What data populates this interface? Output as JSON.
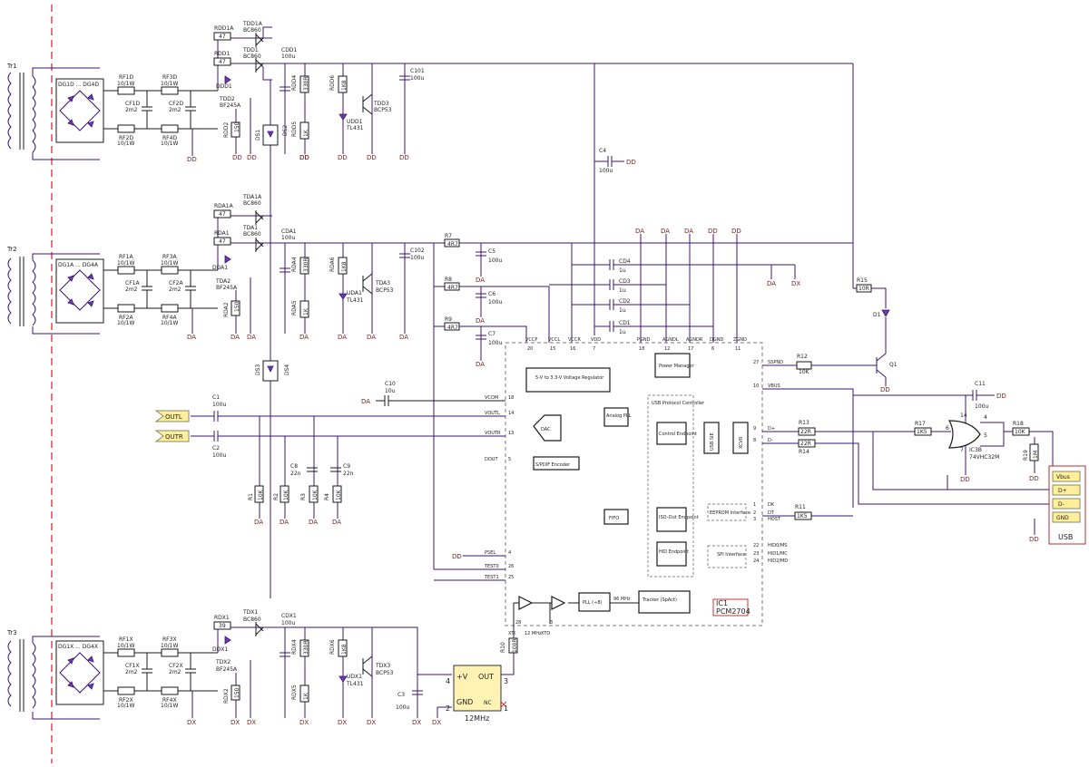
{
  "transformers": [
    "Tr1",
    "Tr2",
    "Tr3"
  ],
  "bridges": [
    "DG1D ... DG4D",
    "DG1A ... DG4A",
    "DG1X ... DG4X"
  ],
  "filters": {
    "D": {
      "rf1": "RF1D",
      "rf1v": "10/1W",
      "rf3": "RF3D",
      "rf3v": "10/1W",
      "cf1": "CF1D",
      "cf1v": "2m2",
      "cf2": "CF2D",
      "cf2v": "2m2",
      "rf2": "RF2D",
      "rf2v": "10/1W",
      "rf4": "RF4D",
      "rf4v": "10/1W"
    },
    "A": {
      "rf1": "RF1A",
      "rf1v": "10/1W",
      "rf3": "RF3A",
      "rf3v": "10/1W",
      "cf1": "CF1A",
      "cf1v": "2m2",
      "cf2": "CF2A",
      "cf2v": "2m2",
      "rf2": "RF2A",
      "rf2v": "10/1W",
      "rf4": "RF4A",
      "rf4v": "10/1W"
    },
    "X": {
      "rf1": "RF1X",
      "rf1v": "10/1W",
      "rf3": "RF3X",
      "rf3v": "10/1W",
      "cf1": "CF1X",
      "cf1v": "2m2",
      "cf2": "CF2X",
      "cf2v": "2m2",
      "rf2": "RF2X",
      "rf2v": "10/1W",
      "rf4": "RF4X",
      "rf4v": "10/1W"
    }
  },
  "regD": {
    "rdd1a": "RDD1A",
    "rdd1a_v": "47",
    "rdd1": "RDD1",
    "rdd1_v": "47",
    "tdd1a": "TDD1A",
    "tdd1a_t": "BC860",
    "tdd1": "TDD1",
    "tdd1_t": "BC860",
    "ddd1": "DDD1",
    "tdd2": "TDD2",
    "tdd2_t": "BF245A",
    "rdd2": "RDD2",
    "rdd2_v": "150",
    "ds1": "DS1",
    "ds2": "DS2",
    "cdd1": "CDD1",
    "cdd1_v": "100u",
    "rdd4": "RDD4",
    "rdd4_v": "330R",
    "rdd6": "RDD6",
    "rdd6_v": "1K8",
    "rdd5": "RDD5",
    "rdd5_v": "1K",
    "udd1": "UDD1",
    "udd1_t": "TL431",
    "tdd3": "TDD3",
    "tdd3_t": "BCP53",
    "c101": "C101",
    "c101_v": "100u"
  },
  "regA": {
    "rda1a": "RDA1A",
    "rda1a_v": "47",
    "rda1": "RDA1",
    "rda1_v": "47",
    "tda1a": "TDA1A",
    "tda1a_t": "BC860",
    "tda1": "TDA1",
    "tda1_t": "BC860",
    "dda1": "DDA1",
    "tda2": "TDA2",
    "tda2_t": "BF245A",
    "rda2": "RDA2",
    "rda2_v": "150",
    "cda1": "CDA1",
    "cda1_v": "100u",
    "rda4": "RDA4",
    "rda4_v": "330R",
    "rda6": "RDA6",
    "rda6_v": "1K8",
    "rda5": "RDA5",
    "rda5_v": "1K",
    "uda1": "UDA1",
    "uda1_t": "TL431",
    "tda3": "TDA3",
    "tda3_t": "BCP53",
    "c102": "C102",
    "c102_v": "100u",
    "ds3": "DS3",
    "ds4": "DS4"
  },
  "regX": {
    "rdx1": "RDX1",
    "rdx1_v": "39",
    "tdx1": "TDX1",
    "tdx1_t": "BC860",
    "ddx1": "DDX1",
    "tdx2": "TDX2",
    "tdx2_t": "BF245A",
    "rdx2": "RDX2",
    "rdx2_v": "150",
    "cdx1": "CDX1",
    "cdx1_v": "100u",
    "rdx4": "RDX4",
    "rdx4_v": "330R",
    "rdx6": "RDX6",
    "rdx6_v": "1K8",
    "rdx5": "RDX5",
    "rdx5_v": "1K",
    "udx1": "UDX1",
    "udx1_t": "TL431",
    "tdx3": "TDX3",
    "tdx3_t": "BCP53"
  },
  "misc": {
    "c4": "C4",
    "c4_v": "100u",
    "r7": "R7",
    "r7_v": "4R7",
    "r8": "R8",
    "r8_v": "4R7",
    "r9": "R9",
    "r9_v": "4R7",
    "c5": "C5",
    "c5_v": "100u",
    "c6": "C6",
    "c6_v": "100u",
    "c7": "C7",
    "c7_v": "100u",
    "cd4": "CD4",
    "cd4_v": "1u",
    "cd3": "CD3",
    "cd3_v": "1u",
    "cd2": "CD2",
    "cd2_v": "1u",
    "cd1": "CD1",
    "cd1_v": "1u",
    "c10": "C10",
    "c10_v": "10u",
    "c1": "C1",
    "c1_v": "100u",
    "c2": "C2",
    "c2_v": "100u",
    "outl": "OUTL",
    "outr": "OUTR",
    "r1": "R1",
    "r1_v": "10K",
    "r2": "R2",
    "r2_v": "10K",
    "r3": "R3",
    "r3_v": "10K",
    "r4": "R4",
    "r4_v": "10K",
    "c8": "C8",
    "c8_v": "22n",
    "c9": "C9",
    "c9_v": "22n",
    "c3": "C3",
    "c3_v": "100u",
    "r10": "R10",
    "r10_v": "100R",
    "osc_v": "+V",
    "osc_out": "OUT",
    "osc_gnd": "GND",
    "osc_nc": "NC",
    "osc_freq": "12MHz",
    "p4": "4",
    "p3": "3",
    "p2": "2",
    "p1": "1"
  },
  "ic1": {
    "name": "IC1",
    "part": "PCM2704",
    "pins_top": [
      {
        "n": "VCCP",
        "p": "20"
      },
      {
        "n": "VCCL",
        "p": "15"
      },
      {
        "n": "VCCR",
        "p": "16"
      },
      {
        "n": "VDD",
        "p": "7"
      },
      {
        "n": "PGND",
        "p": "18"
      },
      {
        "n": "AGNDL",
        "p": "12"
      },
      {
        "n": "AGNDR",
        "p": "17"
      },
      {
        "n": "DGND",
        "p": "6"
      },
      {
        "n": "ZGND",
        "p": "11"
      }
    ],
    "vreg": "5-V to 3.3-V Voltage Regulator",
    "pm": "Power Manager",
    "usbpc": "USB Protocol Controller",
    "ctrl": "Control Endpoint",
    "sie": "USB SIE",
    "xcvr": "XCVR",
    "dac": "DAC",
    "apll": "Analog PLL",
    "spdif": "S/PDIF Encoder",
    "fifo": "FIFO",
    "iso": "ISO-Out Endpoint",
    "hid": "HID Endpoint",
    "eeprom": "EEPROM Interface",
    "spi": "SPI Interface",
    "pll": "PLL (÷8)",
    "tracker": "Tracker (SpAct)",
    "f96": "96 MHz",
    "f12": "12 MHz",
    "xti": "XTI",
    "xto": "XTO",
    "left_pins": [
      {
        "n": "VCOM",
        "p": "18"
      },
      {
        "n": "VOUTL",
        "p": "14"
      },
      {
        "n": "VOUTR",
        "p": "13"
      },
      {
        "n": "DOUT",
        "p": "5"
      },
      {
        "n": "PSEL",
        "p": "4"
      },
      {
        "n": "TEST0",
        "p": "26"
      },
      {
        "n": "TEST1",
        "p": "25"
      }
    ],
    "right_pins": [
      {
        "n": "SSPND",
        "p": "27"
      },
      {
        "n": "VBUS",
        "p": "10"
      },
      {
        "n": "D+",
        "p": "9"
      },
      {
        "n": "D-",
        "p": "8"
      },
      {
        "n": "DK",
        "p": "1"
      },
      {
        "n": "DT",
        "p": "2"
      },
      {
        "n": "HOST",
        "p": "3"
      },
      {
        "n": "HID0/MS",
        "p": "22"
      },
      {
        "n": "HID1/MC",
        "p": "23"
      },
      {
        "n": "HID2/MD",
        "p": "24"
      }
    ],
    "xti_pin": "28",
    "xto_pin": "3"
  },
  "usb": {
    "r15": "R15",
    "r15_v": "10R",
    "d1": "D1",
    "r12": "R12",
    "r12_v": "10K",
    "q1": "Q1",
    "c11": "C11",
    "c11_v": "100u",
    "r13": "R13",
    "r13_v": "22R",
    "r14": "R14",
    "r14_v": "22R",
    "r11": "R11",
    "r11_v": "1K5",
    "r17": "R17",
    "r17_v": "1K5",
    "ic3": "IC3B",
    "ic3_t": "74VHC32M",
    "r18": "R18",
    "r18_v": "10K",
    "r19": "R19",
    "r19_v": "1M",
    "pin4": "4",
    "pin5": "5",
    "pin6": "6",
    "pin14": "14",
    "pin7": "7",
    "conn": "USB",
    "vbus": "Vbus",
    "dp": "D+",
    "dm": "D-",
    "gnd": "GND"
  },
  "rails": {
    "dd": "DD",
    "da": "DA",
    "dx": "DX"
  }
}
